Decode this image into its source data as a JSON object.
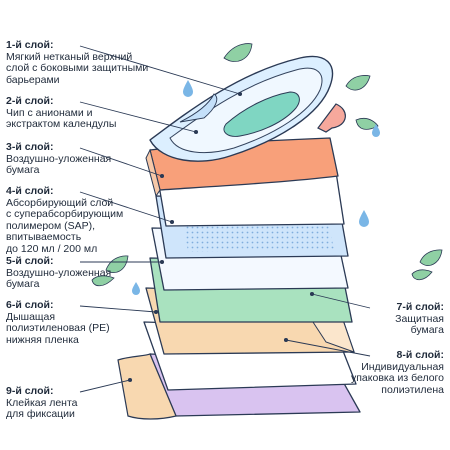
{
  "colors": {
    "outline": "#2b3a55",
    "leaf": "#8fd0a4",
    "drop": "#7ab6e6",
    "wing": "#f6a89c",
    "core": "#7fd6c2",
    "top": "#dcefff",
    "orange": "#f8a07a",
    "blue": "#8ec3f0",
    "green": "#a9e2bf",
    "peach": "#f8d8b0",
    "purple": "#c8a9e8"
  },
  "labels": [
    {
      "id": "layer-1",
      "title": "1-й слой:",
      "text": "Мягкий нетканый верхний\nслой с боковыми защитными\nбарьерами"
    },
    {
      "id": "layer-2",
      "title": "2-й слой:",
      "text": "Чип с анионами и\nэкстрактом календулы"
    },
    {
      "id": "layer-3",
      "title": "3-й слой:",
      "text": "Воздушно-уложенная\nбумага"
    },
    {
      "id": "layer-4",
      "title": "4-й слой:",
      "text": "Абсорбирующий слой\nс суперабсорбирующим\nполимером (SAP),\nвпитываемость\nдо 120 мл / 200 мл"
    },
    {
      "id": "layer-5",
      "title": "5-й слой:",
      "text": "Воздушно-уложенная\nбумага"
    },
    {
      "id": "layer-6",
      "title": "6-й слой:",
      "text": "Дышащая\nполиэтиленовая (PE)\nнижняя пленка"
    },
    {
      "id": "layer-7",
      "title": "7-й слой:",
      "text": "Защитная\nбумага"
    },
    {
      "id": "layer-8",
      "title": "8-й слой:",
      "text": "Индивидуальная\nупаковка из белого\nполиэтилена"
    },
    {
      "id": "layer-9",
      "title": "9-й слой:",
      "text": "Клейкая лента\nдля фиксации"
    }
  ]
}
